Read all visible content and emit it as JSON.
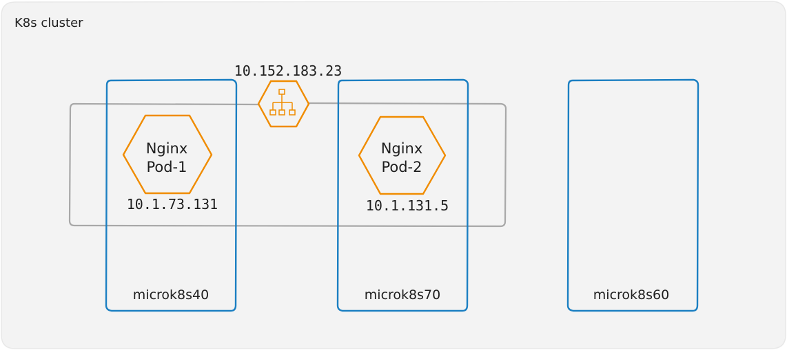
{
  "cluster": {
    "label": "K8s cluster"
  },
  "service": {
    "ip": "10.152.183.23",
    "icon": "network-hierarchy-icon"
  },
  "nodes": [
    {
      "name": "microk8s40"
    },
    {
      "name": "microk8s70"
    },
    {
      "name": "microk8s60"
    }
  ],
  "pods": [
    {
      "line1": "Nginx",
      "line2": "Pod-1",
      "ip": "10.1.73.131"
    },
    {
      "line1": "Nginx",
      "line2": "Pod-2",
      "ip": "10.1.131.5"
    }
  ],
  "colors": {
    "cluster_fill": "#f3f3f3",
    "cluster_stroke": "#e6e6e6",
    "node_stroke": "#1b7fc2",
    "pod_stroke": "#f08c00",
    "service_network_stroke": "#a8a8a8"
  }
}
